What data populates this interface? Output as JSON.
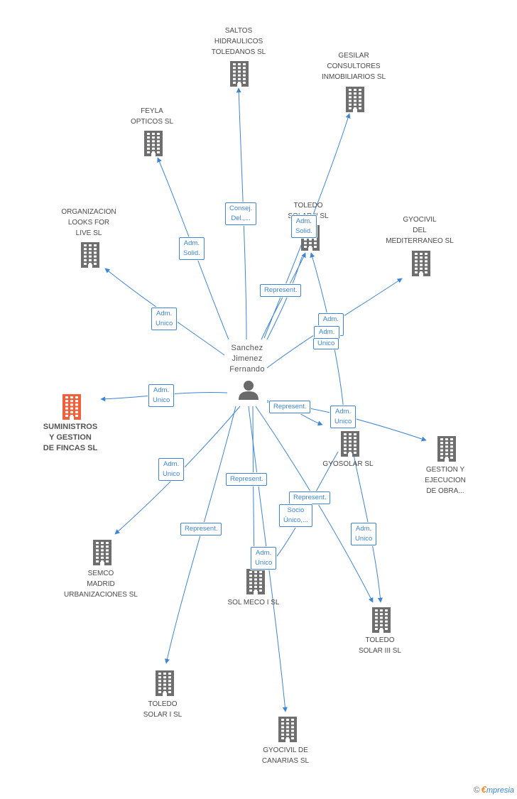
{
  "person": {
    "name": "Sanchez\nJimenez\nFernando",
    "icon": "person-icon"
  },
  "colors": {
    "edge": "#3d85d6",
    "building": "#6e6e6e",
    "highlight": "#f0603a"
  },
  "nodes": [
    {
      "id": "saltos",
      "label": "SALTOS\nHIDRAULICOS\nTOLEDANOS SL",
      "icon": "building-icon"
    },
    {
      "id": "gesilar",
      "label": "GESILAR\nCONSULTORES\nINMOBILIARIOS SL",
      "icon": "building-icon"
    },
    {
      "id": "feyla",
      "label": "FEYLA\nOPTICOS SL",
      "icon": "building-icon"
    },
    {
      "id": "toledo_solar_ii",
      "label": "TOLEDO\nSOLAR II SL",
      "icon": "building-icon"
    },
    {
      "id": "gyocivil_med",
      "label": "GYOCIVIL\nDEL\nMEDITERRANEO SL",
      "icon": "building-icon"
    },
    {
      "id": "organizacion",
      "label": "ORGANIZACION\nLOOKS FOR\nLIVE SL",
      "icon": "building-icon"
    },
    {
      "id": "suministros",
      "label": "SUMINISTROS\nY GESTION\nDE FINCAS SL",
      "icon": "building-icon",
      "highlight": true
    },
    {
      "id": "gyosolar",
      "label": "GYOSOLAR SL",
      "icon": "building-icon"
    },
    {
      "id": "gestion",
      "label": "GESTION Y\nEJECUCION\nDE OBRA...",
      "icon": "building-icon"
    },
    {
      "id": "semco",
      "label": "SEMCO\nMADRID\nURBANIZACIONES SL",
      "icon": "building-icon"
    },
    {
      "id": "solmeco",
      "label": "SOL MECO I SL",
      "icon": "building-icon"
    },
    {
      "id": "toledo_solar_iii",
      "label": "TOLEDO\nSOLAR III SL",
      "icon": "building-icon"
    },
    {
      "id": "toledo_solar_i",
      "label": "TOLEDO\nSOLAR I SL",
      "icon": "building-icon"
    },
    {
      "id": "gyocivil_can",
      "label": "GYOCIVIL DE\nCANARIAS SL",
      "icon": "building-icon"
    }
  ],
  "relations": [
    {
      "to": "saltos",
      "label": "Consej.\nDel.,..."
    },
    {
      "to": "gesilar",
      "label": "Adm.\nSolid."
    },
    {
      "to": "feyla",
      "label": "Adm.\nSolid."
    },
    {
      "to": "toledo_solar_ii",
      "label": "Represent."
    },
    {
      "to": "gyocivil_med",
      "label": "Adm.\nSolid."
    },
    {
      "to": "organizacion",
      "label": "Adm.\nUnico"
    },
    {
      "to": "suministros",
      "label": "Adm.\nUnico"
    },
    {
      "to": "gyosolar",
      "label": "Represent."
    },
    {
      "to": "gyosolar_toledo_ii",
      "label": "Adm.\nUnico"
    },
    {
      "to": "gestion",
      "label": "Adm.\nUnico"
    },
    {
      "to": "semco",
      "label": "Adm.\nUnico"
    },
    {
      "to": "solmeco",
      "label": "Represent."
    },
    {
      "to": "toledo_solar_iii",
      "label": "Represent."
    },
    {
      "to": "gyosolar_solmeco",
      "label": "Socio\nÚnico,..."
    },
    {
      "to": "gyosolar_toledo_iii",
      "label": "Adm.\nUnico"
    },
    {
      "to": "toledo_solar_i",
      "label": "Represent."
    },
    {
      "to": "gyocivil_can",
      "label": "Adm.\nUnico"
    },
    {
      "to": "gyocivil_med_2",
      "label": "Unico"
    }
  ],
  "footer": {
    "copyright": "©",
    "brand_initial": "€",
    "brand_rest": "mpresia"
  }
}
